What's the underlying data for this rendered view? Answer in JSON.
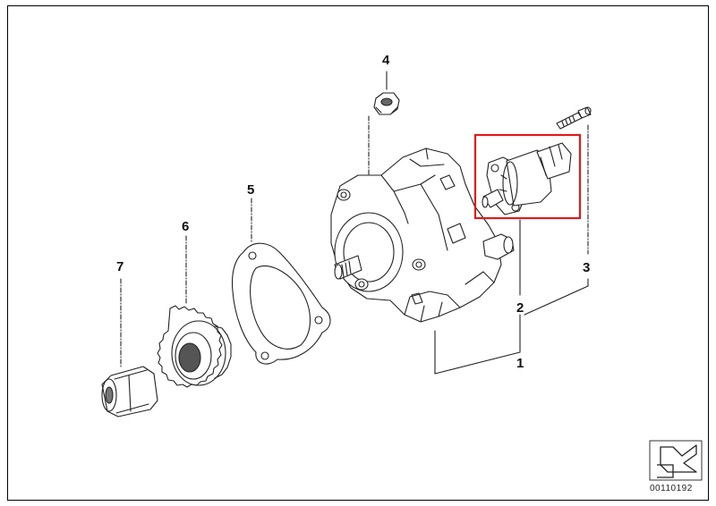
{
  "diagram": {
    "callouts": [
      {
        "id": "1",
        "label": "1"
      },
      {
        "id": "2",
        "label": "2"
      },
      {
        "id": "3",
        "label": "3"
      },
      {
        "id": "4",
        "label": "4"
      },
      {
        "id": "5",
        "label": "5"
      },
      {
        "id": "6",
        "label": "6"
      },
      {
        "id": "7",
        "label": "7"
      }
    ],
    "highlighted_part": "2",
    "highlight_color": "#e01b1b",
    "line_color": "#222222",
    "diagram_code": "00110192",
    "corner_icon": "arrow-hand-icon"
  }
}
